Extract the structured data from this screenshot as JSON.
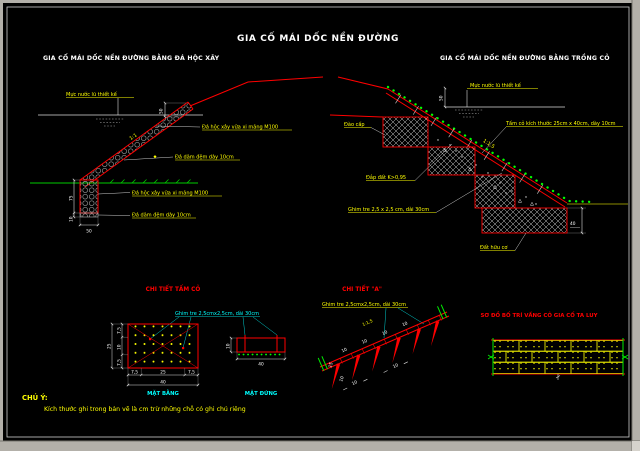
{
  "main_title": "GIA CỐ MÁI DỐC NỀN ĐƯỜNG",
  "left_drawing": {
    "title": "GIA CỐ MÁI DỐC NỀN ĐƯỜNG BẰNG ĐÁ HỘC XÂY",
    "water_level_label": "Mực nước lũ thiết kế",
    "stone_label": "Đá hộc xây vữa xi măng M100",
    "bedding_label": "Đá dăm đệm dày 10cm",
    "slope_ratio": "1:1",
    "dims": {
      "freeboard": "50",
      "footing_height": "75",
      "bedding_thickness": "10",
      "footing_width": "50"
    }
  },
  "right_drawing": {
    "title": "GIA CỐ MÁI DỐC NỀN ĐƯỜNG BẰNG TRỒNG CỎ",
    "water_level_label": "Mực nước lũ thiết kế",
    "grass_slab_label": "Tấm cỏ kích thước 25cm x 40cm, dày 10cm",
    "benching_label": "Đào cấp",
    "fill_label": "Đắp đất K>0,95",
    "pin_label": "Ghim tre 2,5 x 2,5 cm, dài 30cm",
    "organic_soil_label": "Đất hữu cơ",
    "slope_ratio": "1:1,5",
    "dims": {
      "freeboard": "50",
      "organic_depth": "40"
    }
  },
  "detail_slab": {
    "title": "CHI TIẾT TẤM CỎ",
    "pin_label": "Ghim tre 2,5cmx2,5cm, dài 30cm",
    "plan_caption": "MẶT BẰNG",
    "elevation_caption": "MẶT ĐỨNG",
    "dims": {
      "d75": "7,5",
      "d10": "10",
      "d25": "25",
      "d40": "40"
    }
  },
  "detail_a": {
    "title": "CHI TIẾT \"A\"",
    "pin_label": "Ghim tre 2,5cmx2,5cm, dài 30cm",
    "slope_ratio": "1:1,5",
    "dims": {
      "d10": "10",
      "d15": "15"
    }
  },
  "layout_diagram": {
    "title": "SƠ ĐỒ BỐ TRÍ VẦNG CỎ GIA CỐ TA LUY"
  },
  "note": {
    "heading": "CHÚ Ý:",
    "body": "Kích thước ghi trong bản vẽ là cm trừ những chỗ có ghi chú riêng"
  },
  "colors": {
    "line_red": "#ff0000",
    "label_yellow": "#ffff00",
    "grass_green": "#00ff00",
    "detail_cyan": "#00ffff",
    "dim_white": "#ffffff",
    "ground_olive": "#8b8b00",
    "background": "#000000",
    "chrome_gray": "#b3b0a9"
  }
}
